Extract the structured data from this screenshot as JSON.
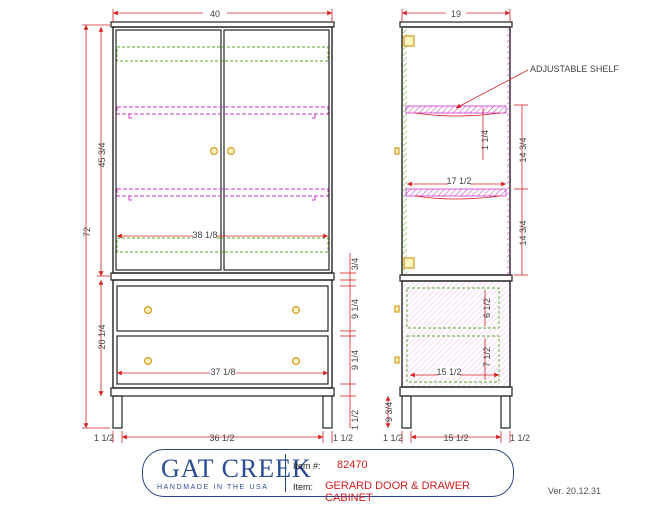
{
  "front": {
    "width": "40",
    "height_total": "72",
    "height_upper": "45 3/4",
    "height_lower": "20 1/4",
    "inner_width": "38 1/8",
    "drawer_inner_width": "37 1/8",
    "base_width": "36 1/2",
    "drawer_h1": "9 1/4",
    "drawer_h2": "9 1/4",
    "rail_top": "3/4",
    "rail_bottom": "1 1/2",
    "leg_h": "9 3/4",
    "leg_l": "1 1/2",
    "leg_r": "1 1/2"
  },
  "side": {
    "depth": "19",
    "label": "ADJUSTABLE SHELF",
    "shelf_gap_1": "14 3/4",
    "shelf_gap_2": "14 3/4",
    "shelf_thick": "1 1/4",
    "shelf_depth": "17 1/2",
    "drawer_depth": "15 1/2",
    "drawer_d": "15 1/2",
    "drawer_h1": "6 1/2",
    "drawer_h2": "7 1/2",
    "leg_l": "1 1/2",
    "leg_r": "1 1/2"
  },
  "titleblock": {
    "brand": "GAT CREEK",
    "tagline": "HANDMADE IN THE USA",
    "item_no_label": "Item #:",
    "item_no": "82470",
    "item_label": "Item:",
    "item": "GERARD DOOR & DRAWER CABINET"
  },
  "version": "Ver. 20.12.31",
  "colors": {
    "dimension": "#d62020",
    "outline": "#222222",
    "shelf": "#cc33cc",
    "hidden": "#55aa22",
    "brand": "#2a4b96"
  }
}
